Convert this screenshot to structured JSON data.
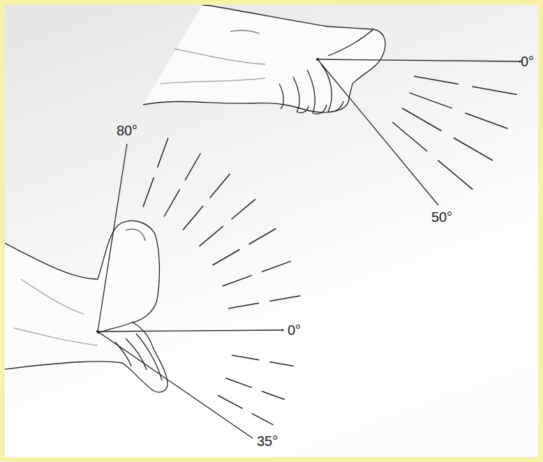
{
  "diagram": {
    "labels": [
      "0°",
      "80°",
      "50°",
      "0°",
      "35°"
    ]
  }
}
